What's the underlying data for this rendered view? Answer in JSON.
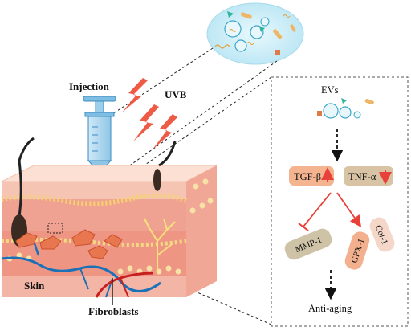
{
  "labels": {
    "injection": "Injection",
    "uvb": "UVB",
    "skin": "Skin",
    "fibroblasts": "Fibroblasts"
  },
  "panel": {
    "evs": "EVs",
    "tgf": "TGF-β",
    "tnf": "TNF-α",
    "mmp1": "MMP-1",
    "gpx1": "GPX-1",
    "col1": "Col-1",
    "anti_aging": "Anti-aging"
  },
  "colors": {
    "uvb_bolt": "#ee5a45",
    "up_arrow": "#e8413a",
    "down_arrow": "#e8413a",
    "tgf_box": "#f3b48f",
    "tnf_box": "#d8c4a4",
    "mmp_box": "#cfc3a7",
    "gpx_box": "#f2b08e",
    "col_box": "#f4d7c9",
    "skin_top": "#f6c9ba",
    "skin_mid": "#ef9c8e",
    "fat_yellow": "#f3dd9c",
    "vessel_blue": "#1a71b8",
    "vessel_red": "#c71f1f",
    "fibroblast": "#e8774f"
  },
  "icons": [
    "syringe-icon",
    "uvb-bolt-icon",
    "ev-vesicle-icon",
    "hair-follicle-icon"
  ]
}
